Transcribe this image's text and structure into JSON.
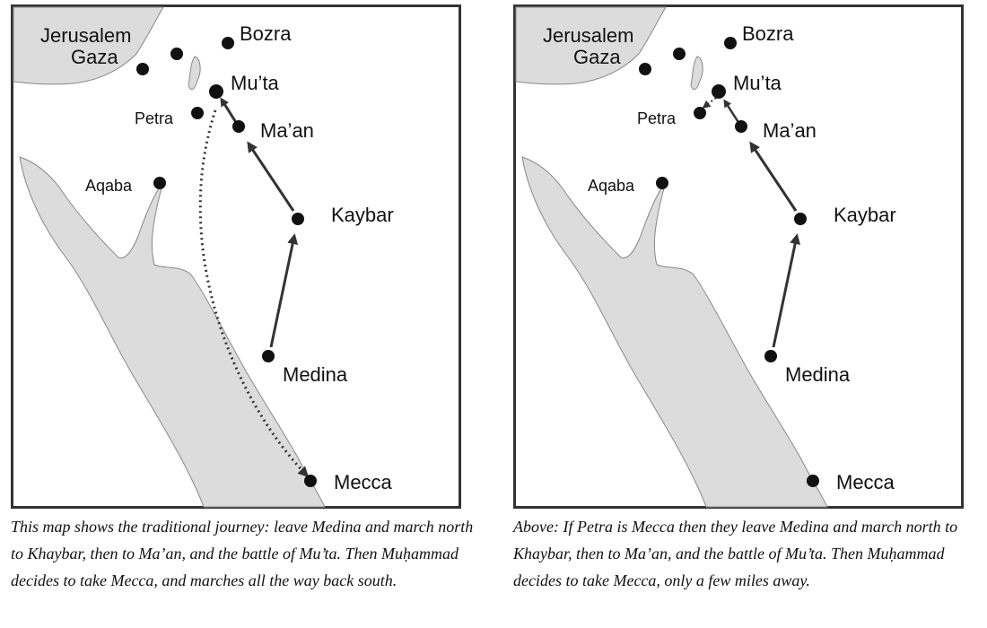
{
  "maps": [
    {
      "labels": {
        "jerusalem": "Jerusalem",
        "gaza": "Gaza",
        "bozra": "Bozra",
        "muta": "Mu’ta",
        "petra": "Petra",
        "maan": "Ma’an",
        "aqaba": "Aqaba",
        "kaybar": "Kaybar",
        "medina": "Medina",
        "mecca": "Mecca"
      },
      "caption": "This map shows the traditional journey: leave Medina and march north to Khaybar, then to Ma’an, and the battle of Mu’ta. Then Muḥammad decides to take Mecca, and marches all the way back south."
    },
    {
      "labels": {
        "jerusalem": "Jerusalem",
        "gaza": "Gaza",
        "bozra": "Bozra",
        "muta": "Mu’ta",
        "petra": "Petra",
        "maan": "Ma’an",
        "aqaba": "Aqaba",
        "kaybar": "Kaybar",
        "medina": "Medina",
        "mecca": "Mecca"
      },
      "caption": "Above: If Petra is Mecca then they leave Medina and march north to Khaybar, then to Ma’an, and the battle of Mu’ta. Then Muḥammad decides to take Mecca, only a few miles away."
    }
  ]
}
